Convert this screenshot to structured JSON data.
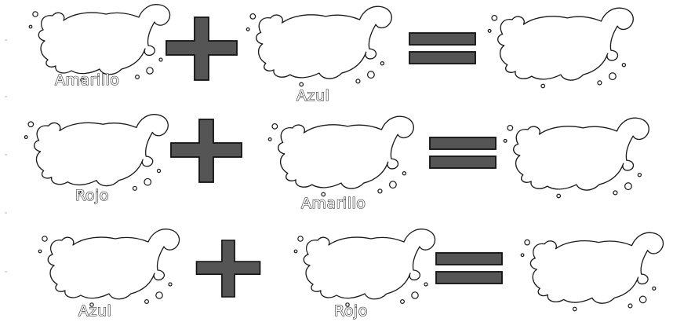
{
  "equations": [
    {
      "first": "Amarillo",
      "operator": "+",
      "second": "Azul",
      "equals": "=",
      "result": ""
    },
    {
      "first": "Rojo",
      "operator": "+",
      "second": "Amarillo",
      "equals": "=",
      "result": ""
    },
    {
      "first": "Azul",
      "operator": "+",
      "second": "Rojo",
      "equals": "=",
      "result": ""
    }
  ],
  "colors": {
    "outline": "#1a1a1a",
    "sign_fill": "#555555",
    "background": "#ffffff"
  },
  "icons": {
    "splat": "paint-splat-outline-icon",
    "plus": "plus-sign-icon",
    "equals": "equals-sign-icon"
  }
}
